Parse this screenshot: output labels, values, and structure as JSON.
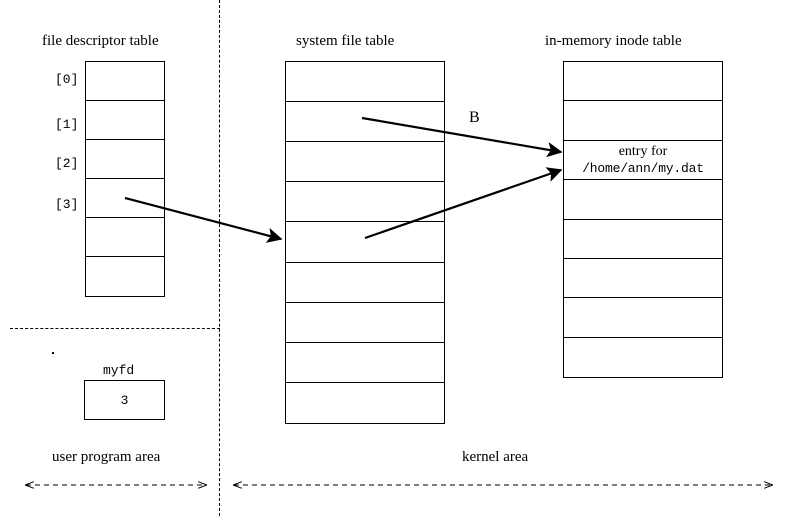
{
  "diagram": {
    "title_fd": "file descriptor table",
    "title_sft": "system file table",
    "title_inode": "in-memory inode table",
    "fd_indices": [
      "[0]",
      "[1]",
      "[2]",
      "[3]"
    ],
    "fd_row_count": 6,
    "sft_row_count": 9,
    "inode_row_count": 8,
    "inode_entry_line1": "entry for",
    "inode_entry_line2": "/home/ann/my.dat",
    "inode_entry_row_index": 3,
    "arrow_label_b": "B",
    "variable_name": "myfd",
    "variable_value": "3",
    "area_user": "user program area",
    "area_kernel": "kernel area",
    "line_color": "#000000",
    "background_color": "#ffffff"
  }
}
